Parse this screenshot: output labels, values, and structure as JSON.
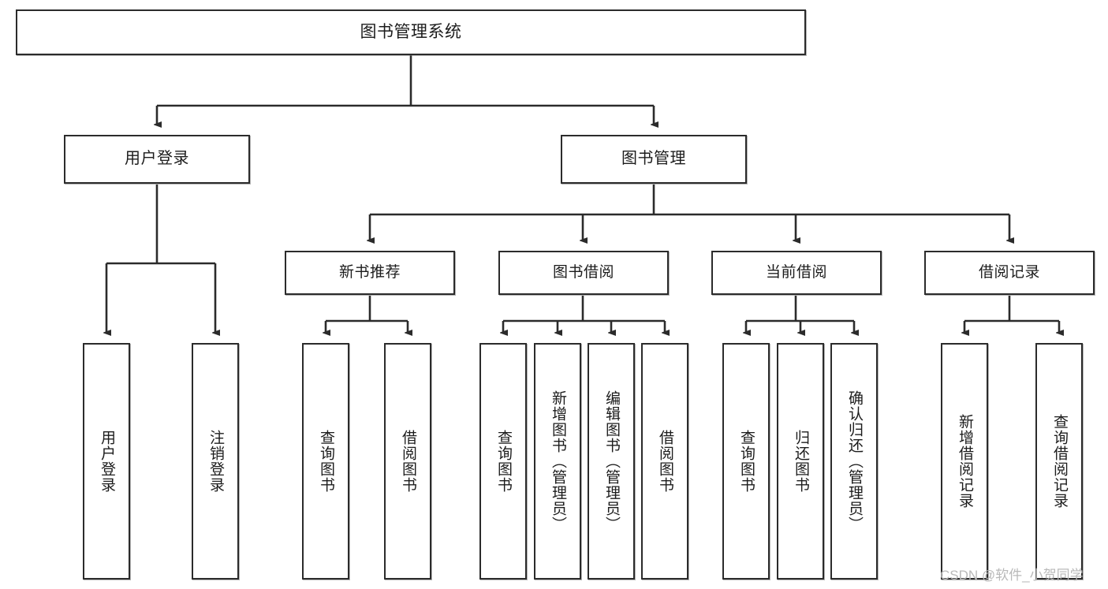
{
  "diagram": {
    "title": "图书管理系统",
    "type": "hierarchy-tree",
    "root": {
      "label": "图书管理系统"
    },
    "tier1": [
      {
        "label": "用户登录"
      },
      {
        "label": "图书管理"
      }
    ],
    "tier2": [
      {
        "label": "新书推荐"
      },
      {
        "label": "图书借阅"
      },
      {
        "label": "当前借阅"
      },
      {
        "label": "借阅记录"
      }
    ],
    "leaves": {
      "user_login": [
        {
          "label": "用户登录"
        },
        {
          "label": "注销登录"
        }
      ],
      "new_book_recommend": [
        {
          "label": "查询图书"
        },
        {
          "label": "借阅图书"
        }
      ],
      "book_borrow": [
        {
          "label": "查询图书"
        },
        {
          "label": "新增图书（管理员）"
        },
        {
          "label": "编辑图书（管理员）"
        },
        {
          "label": "借阅图书"
        }
      ],
      "current_borrow": [
        {
          "label": "查询图书"
        },
        {
          "label": "归还图书"
        },
        {
          "label": "确认归还（管理员）"
        }
      ],
      "borrow_record": [
        {
          "label": "新增借阅记录"
        },
        {
          "label": "查询借阅记录"
        }
      ]
    }
  },
  "watermark": {
    "text": "CSDN @软件_小贺同学"
  },
  "colors": {
    "border": "#2b2b2b",
    "background": "#ffffff",
    "text": "#1c1c1c",
    "watermark": "#b9b9b9"
  }
}
